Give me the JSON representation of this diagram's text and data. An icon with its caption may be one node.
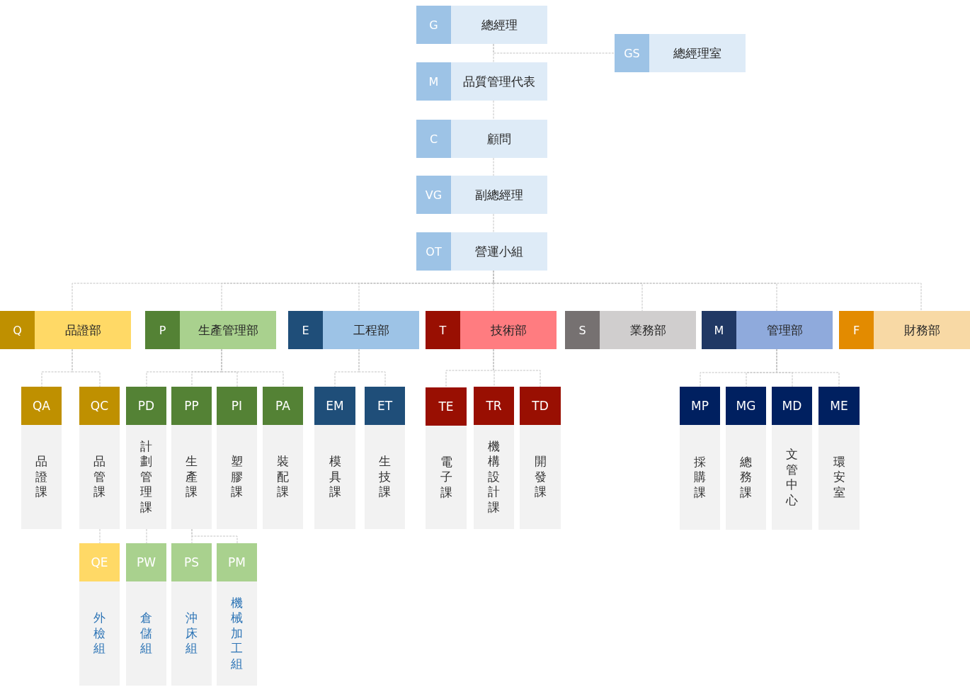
{
  "diagram": {
    "nodes": [
      {
        "text": [
          "G",
          "總經理"
        ]
      },
      {
        "text": [
          "GS",
          "總經理室"
        ]
      },
      {
        "text": [
          "M",
          "品質管理代表"
        ]
      },
      {
        "text": [
          "C",
          "顧問"
        ]
      },
      {
        "text": [
          "VG",
          "副總經理"
        ]
      },
      {
        "text": [
          "OT",
          "營運小組"
        ]
      },
      {
        "text": [
          "Q",
          "品證部"
        ]
      },
      {
        "text": [
          "P",
          "生產管理部"
        ]
      },
      {
        "text": [
          "E",
          "工程部"
        ]
      },
      {
        "text": [
          "T",
          "技術部"
        ]
      },
      {
        "text": [
          "S",
          "業務部"
        ]
      },
      {
        "text": [
          "M",
          "管理部"
        ]
      },
      {
        "text": [
          "F",
          "財務部"
        ]
      },
      {
        "text": [
          "QA",
          "品證課"
        ]
      },
      {
        "text": [
          "QC",
          "品管課"
        ]
      },
      {
        "text": [
          "PD",
          "計劃管理課"
        ]
      },
      {
        "text": [
          "PP",
          "生產課"
        ]
      },
      {
        "text": [
          "PI",
          "塑膠課"
        ]
      },
      {
        "text": [
          "PA",
          "裝配課"
        ]
      },
      {
        "text": [
          "EM",
          "模具課"
        ]
      },
      {
        "text": [
          "ET",
          "生技課"
        ]
      },
      {
        "text": [
          "TE",
          "電子課"
        ]
      },
      {
        "text": [
          "TR",
          "機構設計課"
        ]
      },
      {
        "text": [
          "TD",
          "開發課"
        ]
      },
      {
        "text": [
          "MP",
          "採購課"
        ]
      },
      {
        "text": [
          "MG",
          "總務課"
        ]
      },
      {
        "text": [
          "MD",
          "文管中心"
        ]
      },
      {
        "text": [
          "ME",
          "環安室"
        ]
      },
      {
        "text": [
          "QE",
          "外檢組"
        ]
      },
      {
        "text": [
          "PW",
          "倉儲組"
        ]
      },
      {
        "text": [
          "PS",
          "沖床組"
        ]
      },
      {
        "text": [
          "PM",
          "機械加工組"
        ]
      }
    ],
    "edges": [
      {
        "from": 0,
        "to": 1,
        "arrow": "none"
      },
      {
        "from": 0,
        "to": 2,
        "arrow": "none"
      },
      {
        "from": 2,
        "to": 3,
        "arrow": "none"
      },
      {
        "from": 3,
        "to": 4,
        "arrow": "none"
      },
      {
        "from": 4,
        "to": 5,
        "arrow": "none"
      },
      {
        "from": 5,
        "to": 6,
        "arrow": "none"
      },
      {
        "from": 5,
        "to": 7,
        "arrow": "none"
      },
      {
        "from": 5,
        "to": 8,
        "arrow": "none"
      },
      {
        "from": 5,
        "to": 9,
        "arrow": "none"
      },
      {
        "from": 5,
        "to": 10,
        "arrow": "none"
      },
      {
        "from": 5,
        "to": 11,
        "arrow": "none"
      },
      {
        "from": 5,
        "to": 12,
        "arrow": "none"
      },
      {
        "from": 6,
        "to": 13,
        "arrow": "none"
      },
      {
        "from": 6,
        "to": 14,
        "arrow": "none"
      },
      {
        "from": 7,
        "to": 15,
        "arrow": "none"
      },
      {
        "from": 7,
        "to": 16,
        "arrow": "none"
      },
      {
        "from": 7,
        "to": 17,
        "arrow": "none"
      },
      {
        "from": 7,
        "to": 18,
        "arrow": "none"
      },
      {
        "from": 8,
        "to": 19,
        "arrow": "none"
      },
      {
        "from": 8,
        "to": 20,
        "arrow": "none"
      },
      {
        "from": 9,
        "to": 21,
        "arrow": "none"
      },
      {
        "from": 9,
        "to": 22,
        "arrow": "none"
      },
      {
        "from": 9,
        "to": 23,
        "arrow": "none"
      },
      {
        "from": 11,
        "to": 24,
        "arrow": "none"
      },
      {
        "from": 11,
        "to": 25,
        "arrow": "none"
      },
      {
        "from": 11,
        "to": 26,
        "arrow": "none"
      },
      {
        "from": 11,
        "to": 27,
        "arrow": "none"
      },
      {
        "from": 14,
        "to": 28,
        "arrow": "none"
      },
      {
        "from": 15,
        "to": 29,
        "arrow": "none"
      },
      {
        "from": 16,
        "to": 30,
        "arrow": "none"
      },
      {
        "from": 16,
        "to": 31,
        "arrow": "none"
      }
    ]
  }
}
